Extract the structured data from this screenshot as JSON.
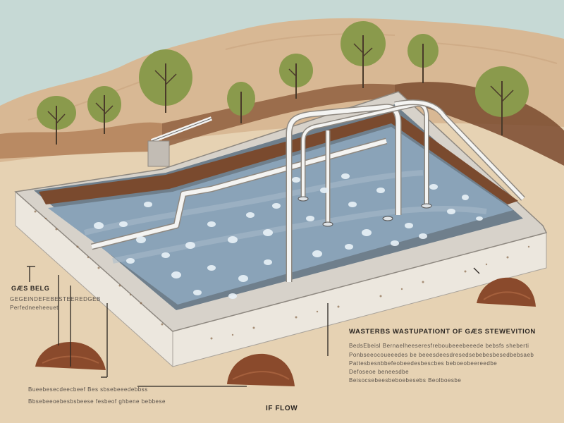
{
  "labels": {
    "left_heading": "GÆS BELG",
    "left_line1": "GEGEINDEFEBESTEEREDGEB",
    "left_line2": "Perfedneeheeuet",
    "title": "WASTERBS WASTUPATIONT OF GÆS STEWEVITION",
    "right_line1": "BedsEbeisl Bernaelheeseresfreboubeeebeeede bebsfs sheberti",
    "right_line2": "Ponbseeocoueeedes be beeesdeesdresedsebebesbesedbebsaeb",
    "right_line3": "Pattesbesnbbefeobeedesbescbes beboeobeereedbe",
    "right_line4": "Defoseoe beneesdbe",
    "right_line5": "Beisocsebeesbeboebesebs Beolboesbe",
    "bottom_line1": "Bueebesecdeecbeef Bes sbsebeeedebbss",
    "bottom_line2": "Bbsebeeoebesbsbeese fesbeof ghbene bebbese",
    "flow": "IF FLOW"
  },
  "colors": {
    "sky": "#c6d9d5",
    "hill": "#d8b894",
    "soil_dark": "#7a4a2e",
    "water": "#8aa3b8",
    "concrete": "#ece7de",
    "pipe": "#f4f4f2",
    "tree": "#8a9a4c",
    "gravel": "#8a4a2c"
  },
  "icons": [
    "tree-icon",
    "pipe-icon",
    "gravel-pile-icon",
    "air-bubble-icon"
  ]
}
